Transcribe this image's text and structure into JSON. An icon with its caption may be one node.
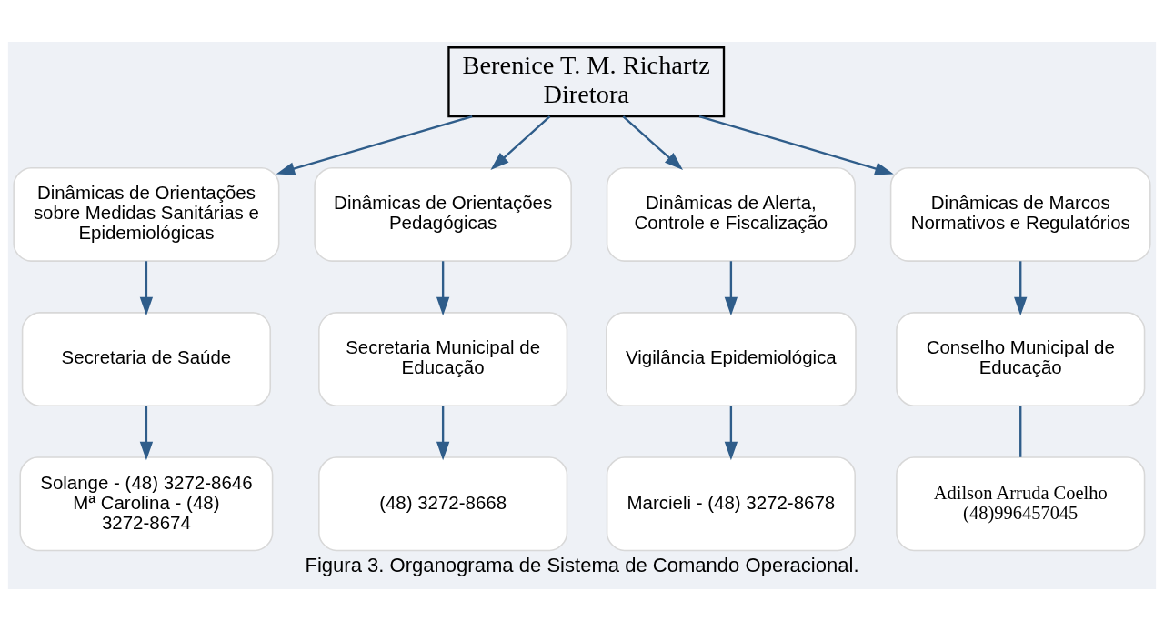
{
  "diagram": {
    "caption": "Figura 3. Organograma de Sistema de Comando Operacional.",
    "nodes": [
      {
        "text": [
          "Berenice T. M. Richartz",
          "Diretora"
        ]
      },
      {
        "text": [
          "Dinâmicas de Orientações sobre Medidas Sanitárias e Epidemiológicas"
        ]
      },
      {
        "text": [
          "Dinâmicas de Orientações Pedagógicas"
        ]
      },
      {
        "text": [
          "Dinâmicas de Alerta, Controle e Fiscalização"
        ]
      },
      {
        "text": [
          "Dinâmicas de Marcos Normativos e Regulatórios"
        ]
      },
      {
        "text": [
          "Secretaria de Saúde"
        ]
      },
      {
        "text": [
          "Secretaria Municipal de Educação"
        ]
      },
      {
        "text": [
          "Vigilância Epidemiológica"
        ]
      },
      {
        "text": [
          "Conselho Municipal de Educação"
        ]
      },
      {
        "text": [
          "Solange - (48) 3272-8646",
          "Mª Carolina - (48) 3272-8674"
        ]
      },
      {
        "text": [
          "(48) 3272-8668"
        ]
      },
      {
        "text": [
          "Marcieli - (48) 3272-8678"
        ]
      },
      {
        "text": [
          "Adilson Arruda Coelho",
          "(48)996457045"
        ]
      }
    ],
    "edges": [
      {
        "from": 0,
        "to": 1,
        "arrow": "to"
      },
      {
        "from": 0,
        "to": 2,
        "arrow": "to"
      },
      {
        "from": 0,
        "to": 3,
        "arrow": "to"
      },
      {
        "from": 0,
        "to": 4,
        "arrow": "to"
      },
      {
        "from": 1,
        "to": 5,
        "arrow": "to"
      },
      {
        "from": 2,
        "to": 6,
        "arrow": "to"
      },
      {
        "from": 3,
        "to": 7,
        "arrow": "to"
      },
      {
        "from": 4,
        "to": 8,
        "arrow": "to"
      },
      {
        "from": 5,
        "to": 9,
        "arrow": "to"
      },
      {
        "from": 6,
        "to": 10,
        "arrow": "to"
      },
      {
        "from": 7,
        "to": 11,
        "arrow": "to"
      },
      {
        "from": 8,
        "to": 12,
        "arrow": "none"
      }
    ]
  }
}
